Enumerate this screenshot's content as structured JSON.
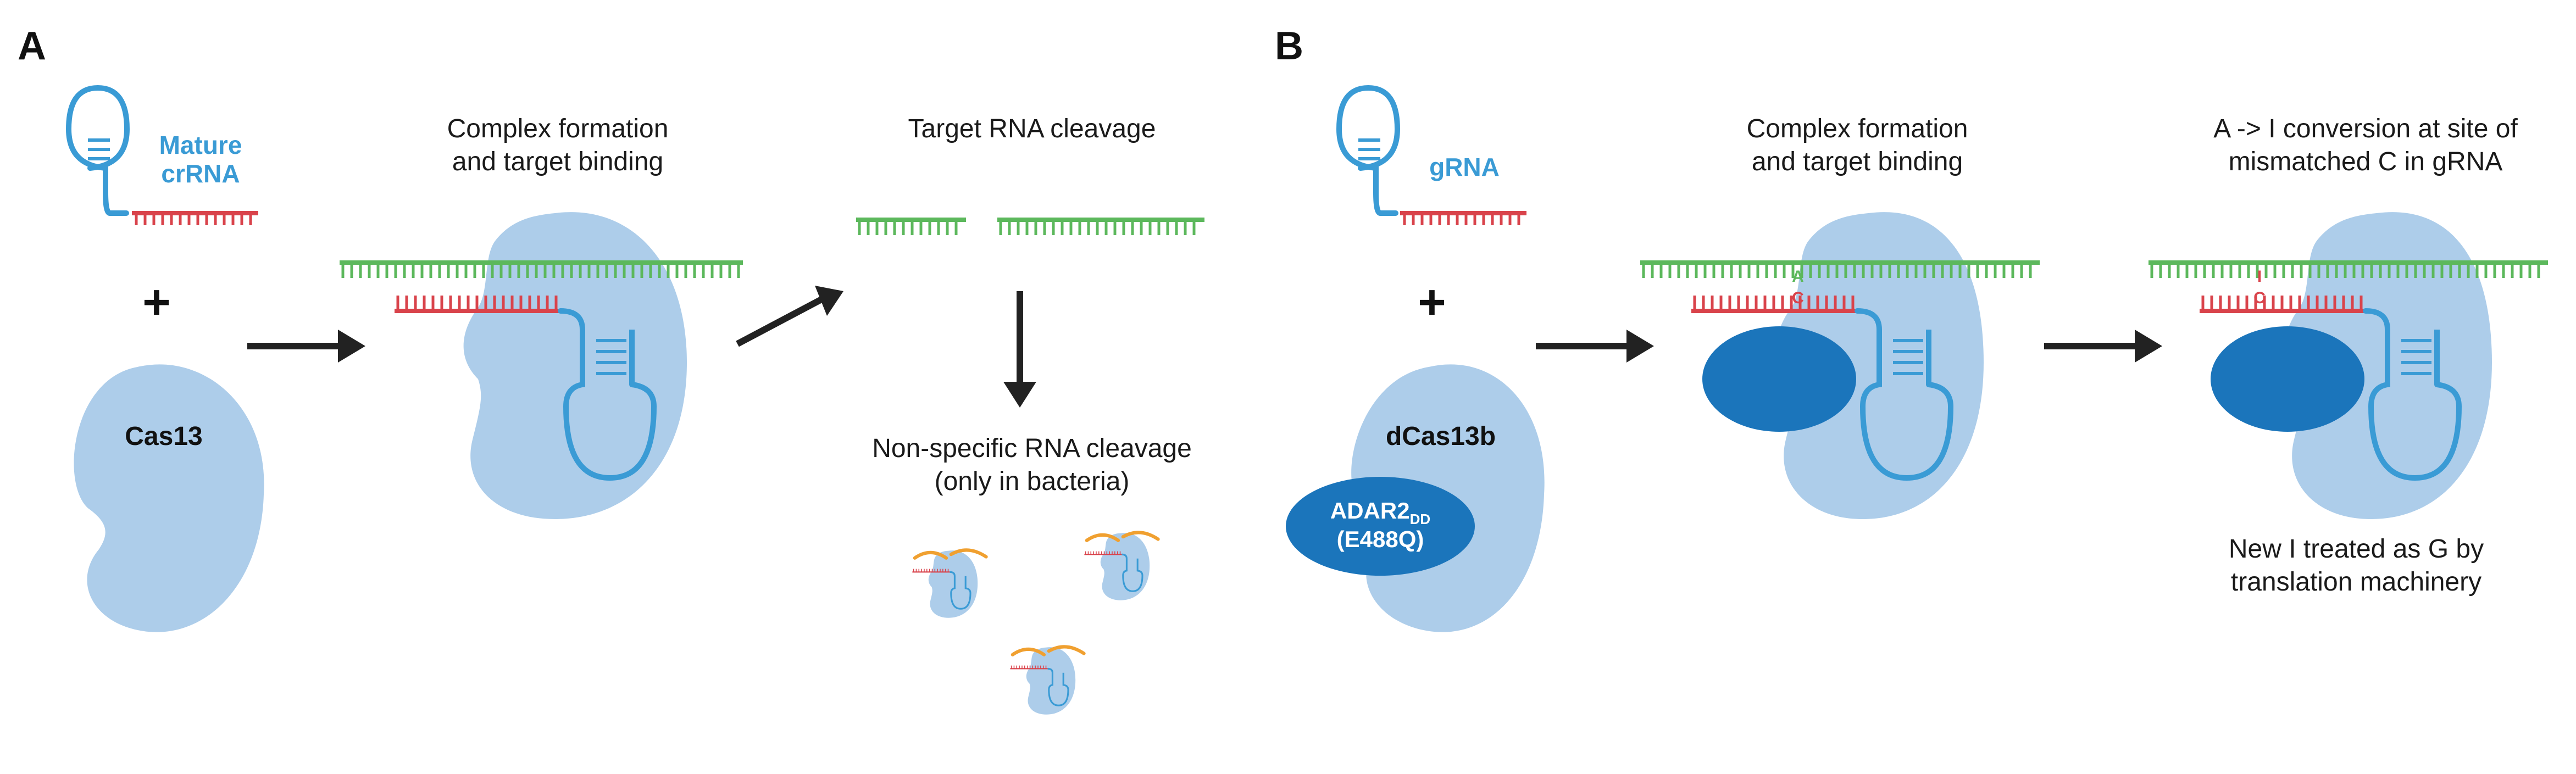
{
  "panel_a": {
    "letter": "A",
    "crrna_label_1": "Mature",
    "crrna_label_2": "crRNA",
    "plus": "+",
    "protein": "Cas13",
    "step2_line1": "Complex formation",
    "step2_line2": "and target binding",
    "step3_title": "Target RNA cleavage",
    "nonspecific_line1": "Non-specific RNA cleavage",
    "nonspecific_line2": "(only in bacteria)"
  },
  "panel_b": {
    "letter": "B",
    "grna_label": "gRNA",
    "plus": "+",
    "protein": "dCas13b",
    "adar_main": "ADAR2",
    "adar_sub": "DD",
    "adar_mut": "(E488Q)",
    "step2_line1": "Complex formation",
    "step2_line2": "and target binding",
    "step3_line1": "A -> I conversion at site of",
    "step3_line2": "mismatched C in gRNA",
    "base_a": "A",
    "base_c": "C",
    "base_i": "I",
    "base_c2": "C",
    "note_line1": "New I treated as G by",
    "note_line2": "translation machinery"
  },
  "colors": {
    "green_rna": "#5cb85c",
    "red_rna": "#d9434b",
    "blue_rna": "#3a9bd5",
    "protein_light": "#adcdea",
    "adar_dark": "#1b75bb",
    "orange_rna": "#f0a030",
    "text": "#1a1a1a",
    "arrow": "#222222"
  }
}
